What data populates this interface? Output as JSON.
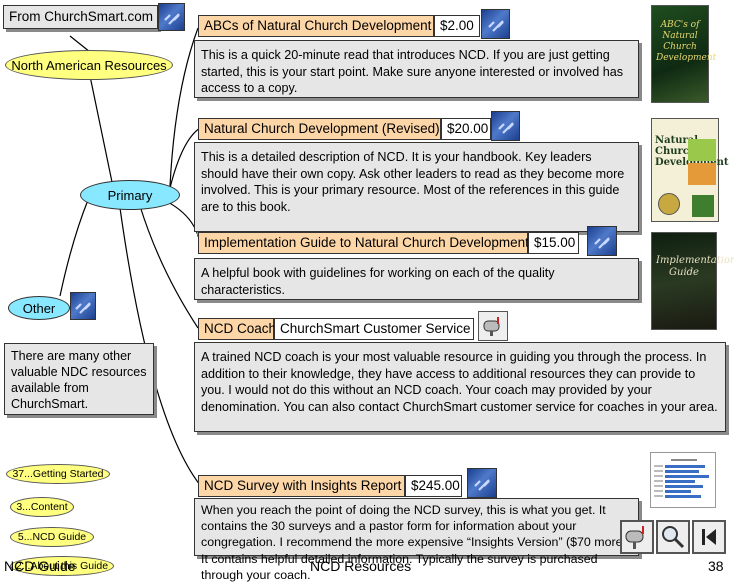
{
  "header": {
    "from_label": "From ChurchSmart.com"
  },
  "nav": {
    "north_american": "North American Resources",
    "primary": "Primary",
    "other": "Other",
    "other_note": "There are many other valuable NDC resources available from ChurchSmart."
  },
  "quick_links": [
    {
      "label": "37...Getting Started"
    },
    {
      "label": "3...Content"
    },
    {
      "label": "5...NCD Guide"
    },
    {
      "label": "2...About this Guide"
    }
  ],
  "resources": [
    {
      "title": "ABCs of Natural Church Development",
      "price": "$2.00",
      "description": "This is a quick 20-minute read that introduces NCD.  If you are just getting started, this is your start point.  Make sure anyone interested or involved has access to a copy.",
      "cover_text": "ABC's of Natural Church Development"
    },
    {
      "title": "Natural Church Development (Revised)",
      "price": "$20.00",
      "description": "This is a detailed description of NCD.  It is your handbook.  Key leaders should have their own copy.  Ask other leaders to read as they become more involved.  This is your primary resource.  Most of the references in this guide are to this book.",
      "cover_text": "Natural Church Development"
    },
    {
      "title": "Implementation Guide to Natural Church Development",
      "price": "$15.00",
      "description": "A helpful book with guidelines for working on each of the quality characteristics.",
      "cover_text": "Implementation Guide"
    },
    {
      "title": "NCD Coach",
      "provider": "ChurchSmart Customer Service",
      "description": "A trained NCD coach is your most valuable resource in guiding you through the process.  In addition to their knowledge, they have access to additional resources they can provide to you.  I would not do this without an NCD coach.  Your coach may provided by your denomination. You can also contact ChurchSmart customer service for coaches in your area."
    },
    {
      "title": "NCD Survey with Insights Report",
      "price": "$245.00",
      "description": "When you reach the point of doing the NCD survey, this is what you get.  It contains the 30 surveys and a pastor form for information about your congregation.  I recommend the more expensive “Insights Version” ($70 more).  It contains helpful detailed information.  Typically the survey is purchased through your coach."
    }
  ],
  "icons": {
    "link": "chain-link-icon",
    "mail": "mailbox-icon",
    "search": "magnifier-icon",
    "first": "skip-to-start-icon"
  },
  "footer": {
    "left": "NCD Guide",
    "center": "NCD Resources",
    "page": "38"
  },
  "colors": {
    "title_bg": "#fdd6a8",
    "desc_bg": "#e6e6e6",
    "oval_yellow": "#ffff80",
    "oval_cyan": "#88e8ff",
    "chain_blue": "#1c3f8f"
  }
}
